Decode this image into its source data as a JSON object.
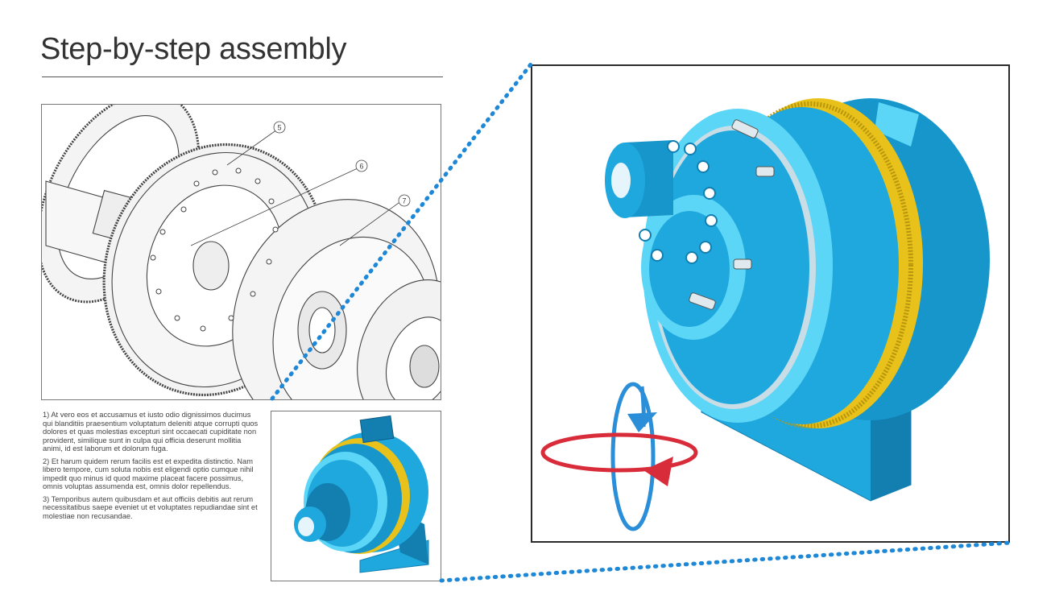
{
  "page": {
    "title": "Step-by-step assembly"
  },
  "drawing": {
    "callouts": [
      "5",
      "6",
      "7"
    ]
  },
  "instructions": [
    "1) At vero eos et accusamus et iusto odio dignissimos ducimus qui blanditiis praesentium voluptatum deleniti atque corrupti quos dolores et quas molestias excepturi sint occaecati cupiditate non provident, similique sunt in culpa qui officia deserunt mollitia animi, id est laborum et dolorum fuga.",
    "2) Et harum quidem rerum facilis est et expedita distinctio. Nam libero tempore, cum soluta nobis est eligendi optio cumque nihil impedit quo minus id quod maxime placeat facere possimus, omnis voluptas assumenda est, omnis dolor repellendus.",
    "3) Temporibus autem quibusdam et aut officiis debitis aut rerum necessitatibus saepe eveniet ut et voluptates repudiandae sint et molestiae non recusandae."
  ],
  "colors": {
    "housing": "#1fa8dd",
    "housing_light": "#5cd6f7",
    "housing_dark": "#127fb0",
    "gear_ring": "#e8c21a",
    "connector": "#1e88d6",
    "rotate_vertical": "#2a8fd8",
    "rotate_horizontal": "#d92c3a"
  },
  "icons": {
    "rotate": "rotate-3d-icon"
  }
}
